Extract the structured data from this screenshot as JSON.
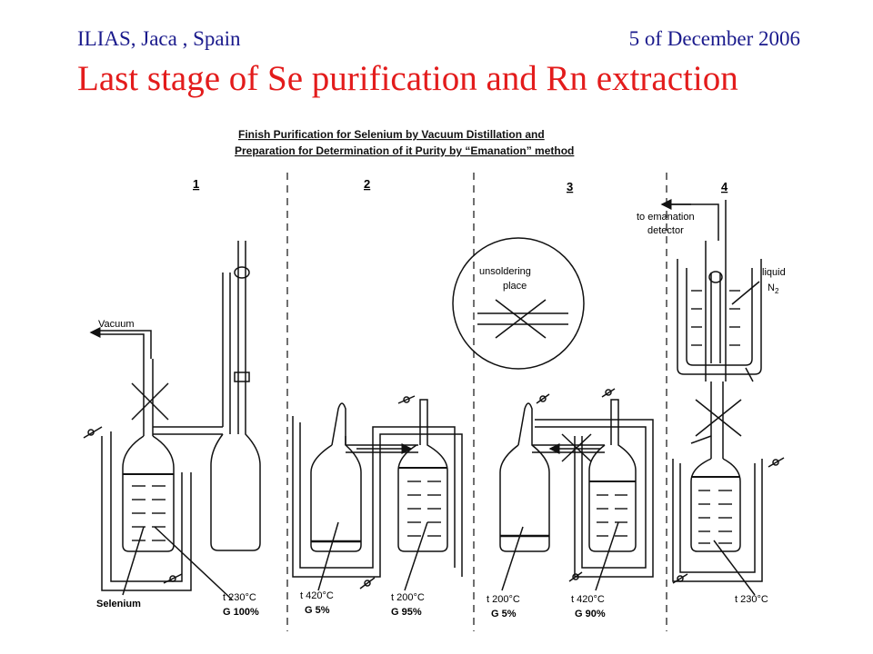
{
  "header": {
    "location": "ILIAS, Jaca , Spain",
    "date": "5 of December 2006",
    "title": "Last stage of Se purification and Rn extraction"
  },
  "diagram": {
    "heading_line1": "Finish Purification for Selenium by Vacuum Distillation and",
    "heading_line2": "Preparation for Determination of it Purity by “Emanation” method",
    "panels": [
      {
        "number": "1",
        "t": "t  230°C",
        "g": "G 100%"
      },
      {
        "number": "2",
        "t_left": "t  420°C",
        "g_left": "G 5%",
        "t_right": "t  200°C",
        "g_right": "G 95%"
      },
      {
        "number": "3",
        "t_left": "t  200°C",
        "g_left": "G 5%",
        "t_right": "t  420°C",
        "g_right": "G 90%"
      },
      {
        "number": "4",
        "t": "t  230°C"
      }
    ],
    "labels": {
      "vacuum": "Vacuum",
      "selenium": "Selenium",
      "unsoldering_1": "unsoldering",
      "unsoldering_2": "place",
      "emanation_1": "to emanation",
      "emanation_2": "detector",
      "liquid_1": "liquid",
      "liquid_2": "N",
      "liquid_sub": "2"
    }
  }
}
